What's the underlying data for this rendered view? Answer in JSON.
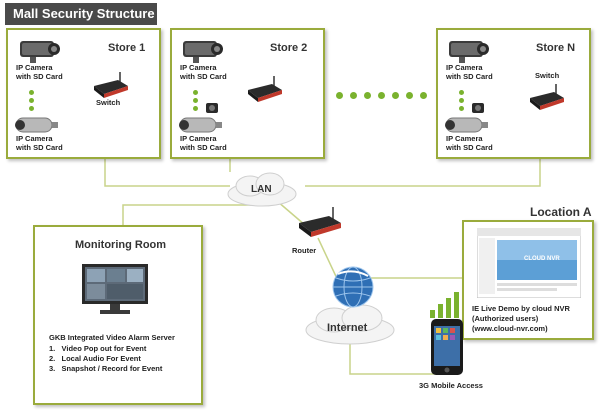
{
  "title": "Mall Security Structure",
  "stores": [
    {
      "name": "Store 1",
      "cam_top_label": "IP Camera\nwith SD Card",
      "cam_bottom_label": "IP Camera\nwith SD Card",
      "switch_label": "Switch"
    },
    {
      "name": "Store 2",
      "cam_top_label": "IP Camera\nwith SD Card",
      "cam_bottom_label": "IP Camera\nwith SD Card",
      "switch_label": ""
    },
    {
      "name": "Store N",
      "cam_top_label": "IP Camera\nwith SD Card",
      "cam_bottom_label": "IP Camera\nwith SD Card",
      "switch_label": "Switch"
    }
  ],
  "lan_label": "LAN",
  "router_label": "Router",
  "internet_label": "Internet",
  "monitoring": {
    "title": "Monitoring Room",
    "server_label": "GKB Integrated Video Alarm Server",
    "features": [
      "1.   Video Pop out for Event",
      "2.   Local Audio For Event",
      "3.   Snapshot / Record for Event"
    ]
  },
  "location_a": {
    "title": "Location A",
    "demo_line1": "IE Live Demo by cloud NVR",
    "demo_line2": "(Authorized users)",
    "demo_line3": "(www.cloud-nvr.com)",
    "screen_text": "CLOUD NVR"
  },
  "mobile_label": "3G Mobile Access",
  "colors": {
    "box_border": "#9aab3c",
    "line": "#c9d48a",
    "dots": "#7ab22e",
    "title_bg": "#4a4a4a"
  }
}
